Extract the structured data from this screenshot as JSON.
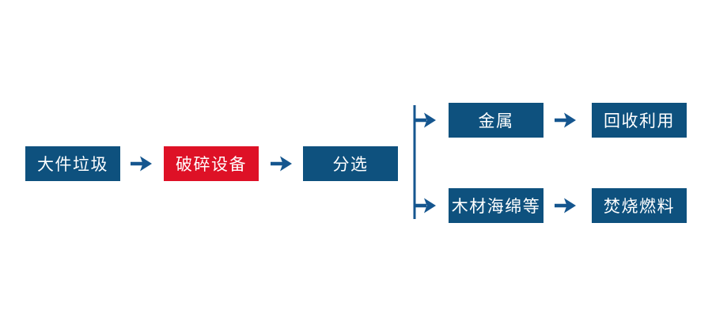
{
  "diagram": {
    "type": "flowchart",
    "colors": {
      "box_blue": "#0E517E",
      "box_red": "#DE1126",
      "arrow_blue": "#15568F",
      "text_white": "#FFFFFF",
      "background": "#FFFFFF"
    },
    "nodes": {
      "bulky_waste": {
        "label": "大件垃圾",
        "style": "blue"
      },
      "crushing_equipment": {
        "label": "破碎设备",
        "style": "red"
      },
      "sorting": {
        "label": "分选",
        "style": "blue"
      },
      "metal": {
        "label": "金属",
        "style": "blue"
      },
      "recycling": {
        "label": "回收利用",
        "style": "blue"
      },
      "wood_sponge": {
        "label": "木材海绵等",
        "style": "blue"
      },
      "incineration_fuel": {
        "label": "焚烧燃料",
        "style": "blue"
      }
    },
    "edges": [
      {
        "from": "bulky_waste",
        "to": "crushing_equipment"
      },
      {
        "from": "crushing_equipment",
        "to": "sorting"
      },
      {
        "from": "sorting",
        "to": "metal"
      },
      {
        "from": "sorting",
        "to": "wood_sponge"
      },
      {
        "from": "metal",
        "to": "recycling"
      },
      {
        "from": "wood_sponge",
        "to": "incineration_fuel"
      }
    ]
  }
}
